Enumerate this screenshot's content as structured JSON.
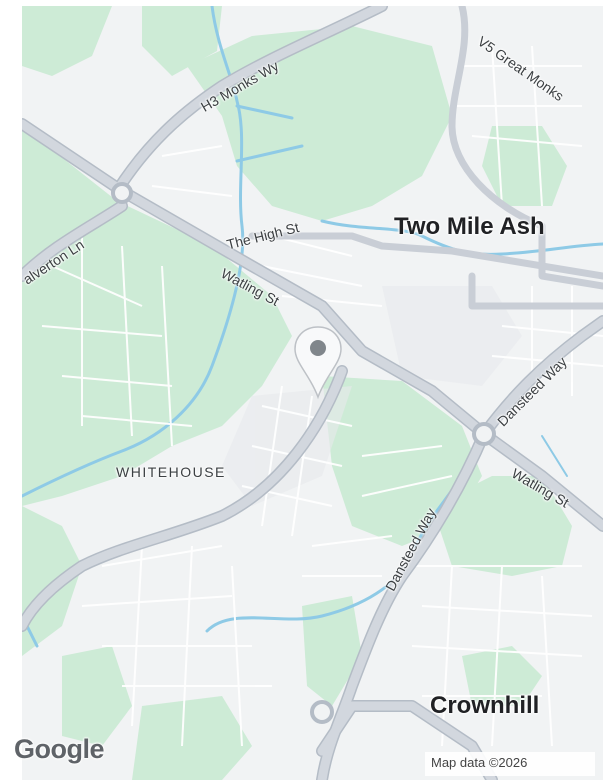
{
  "map": {
    "places": {
      "two_mile_ash": "Two Mile Ash",
      "crownhill": "Crownhill",
      "whitehouse": "WHITEHOUSE"
    },
    "roads": {
      "h3_monks_wy": "H3 Monks Wy",
      "v5_great_monks": "V5 Great Monks",
      "calverton_ln": "alverton Ln",
      "the_high_st": "The High St",
      "watling_st_west": "Watling St",
      "watling_st_east": "Watling St",
      "dansteed_way_east": "Dansteed Way",
      "dansteed_way_south": "Dansteed Way"
    },
    "pin_icon": "location-pin-icon",
    "colors": {
      "land": "#f1f3f4",
      "park": "#cdebd6",
      "road": "#c5cbd3",
      "water": "#8ecae6",
      "pin": "#9aa0a6"
    }
  },
  "footer": {
    "logo": "Google",
    "attribution": "Map data ©2026"
  }
}
